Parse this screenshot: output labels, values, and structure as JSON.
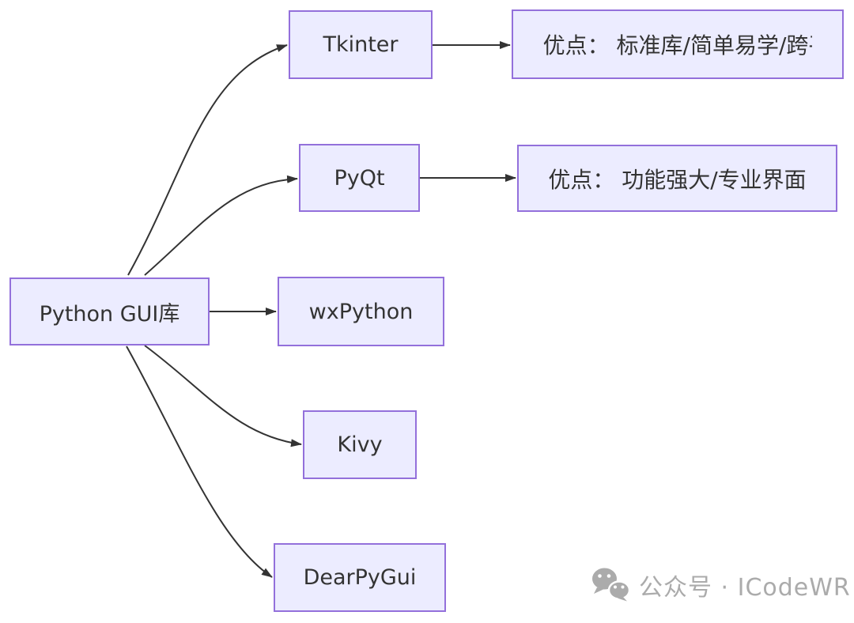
{
  "diagram": {
    "nodes": {
      "root": {
        "label": "Python GUI库"
      },
      "tkinter": {
        "label": "Tkinter"
      },
      "tkinter_pros": {
        "label": "优点： 标准库/简单易学/跨",
        "clipped_char": "平"
      },
      "pyqt": {
        "label": "PyQt"
      },
      "pyqt_pros": {
        "label": "优点： 功能强大/专业界面"
      },
      "wxpython": {
        "label": "wxPython"
      },
      "kivy": {
        "label": "Kivy"
      },
      "dearpygui": {
        "label": "DearPyGui"
      }
    },
    "edges": [
      {
        "from": "root",
        "to": "tkinter"
      },
      {
        "from": "root",
        "to": "pyqt"
      },
      {
        "from": "root",
        "to": "wxpython"
      },
      {
        "from": "root",
        "to": "kivy"
      },
      {
        "from": "root",
        "to": "dearpygui"
      },
      {
        "from": "tkinter",
        "to": "tkinter_pros"
      },
      {
        "from": "pyqt",
        "to": "pyqt_pros"
      }
    ],
    "colors": {
      "node_fill": "#ECECFF",
      "node_border": "#9370DB",
      "edge": "#333333",
      "text": "#333333",
      "watermark": "#ABABAB"
    }
  },
  "watermark": {
    "icon": "wechat-icon",
    "label": "公众号 · ICodeWR"
  }
}
